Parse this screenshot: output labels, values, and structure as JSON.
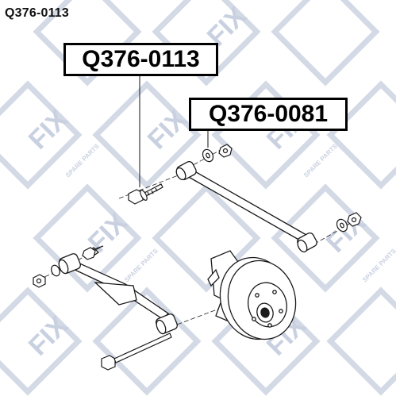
{
  "header": {
    "part_number": "Q376-0113"
  },
  "callouts": [
    {
      "label": "Q376-0113"
    },
    {
      "label": "Q376-0081"
    }
  ],
  "watermark": {
    "logo_text": "FIX",
    "tagline": "SPARE PARTS",
    "color": "#d4dbe8"
  },
  "colors": {
    "line": "#1a1a1a",
    "background": "#ffffff",
    "callout_border": "#000000"
  }
}
